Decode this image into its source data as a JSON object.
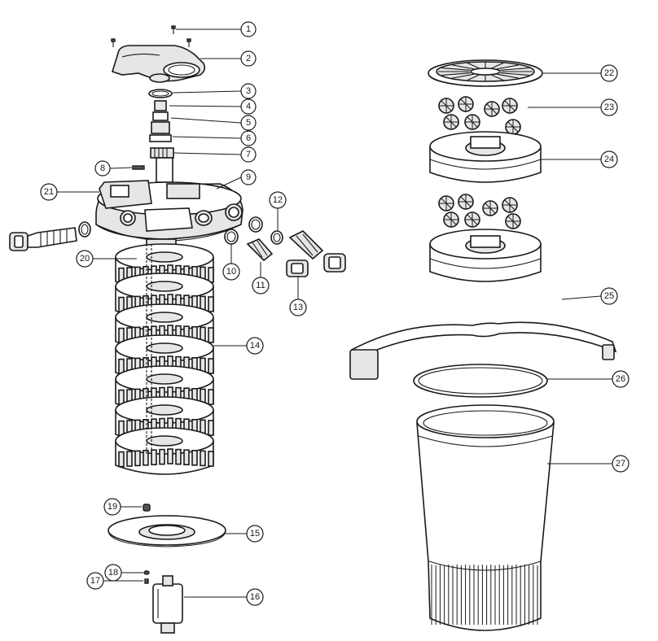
{
  "callouts": [
    {
      "number": "1"
    },
    {
      "number": "2"
    },
    {
      "number": "3"
    },
    {
      "number": "4"
    },
    {
      "number": "5"
    },
    {
      "number": "6"
    },
    {
      "number": "7"
    },
    {
      "number": "8"
    },
    {
      "number": "9"
    },
    {
      "number": "10"
    },
    {
      "number": "11"
    },
    {
      "number": "12"
    },
    {
      "number": "13"
    },
    {
      "number": "14"
    },
    {
      "number": "15"
    },
    {
      "number": "16"
    },
    {
      "number": "17"
    },
    {
      "number": "18"
    },
    {
      "number": "19"
    },
    {
      "number": "20"
    },
    {
      "number": "21"
    },
    {
      "number": "22"
    },
    {
      "number": "23"
    },
    {
      "number": "24"
    },
    {
      "number": "25"
    },
    {
      "number": "26"
    },
    {
      "number": "27"
    }
  ],
  "colors": {
    "line": "#1a1a1a",
    "background": "#ffffff",
    "shade": "#e6e6e6"
  }
}
